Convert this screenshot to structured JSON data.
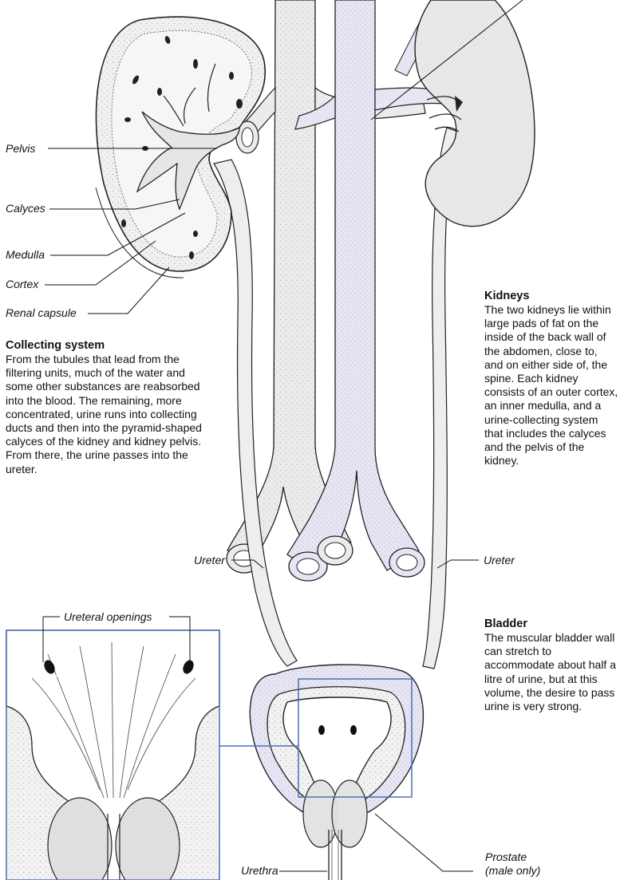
{
  "labels": {
    "pelvis": "Pelvis",
    "calyces": "Calyces",
    "medulla": "Medulla",
    "cortex": "Cortex",
    "renal_capsule": "Renal capsule",
    "ureter_left": "Ureter",
    "ureter_right": "Ureter",
    "ureteral_openings": "Ureteral openings",
    "urethra": "Urethra",
    "prostate_line1": "Prostate",
    "prostate_line2": "(male only)"
  },
  "collecting_system": {
    "title": "Collecting system",
    "body": "From the tubules that lead from the filtering units, much of the water and some other substances are reabsorbed into the blood. The remaining, more concentrated, urine runs into collecting ducts and then into the pyramid-shaped calyces of the kidney and kidney pelvis. From there, the urine passes into the ureter."
  },
  "kidneys": {
    "title": "Kidneys",
    "body": "The two kidneys lie within large pads of fat on the inside of the back wall of the abdomen, close to, and on either side of, the spine. Each kidney consists of an outer cortex, an inner medulla, and a urine-collecting system that includes the calyces and the pelvis of the kidney."
  },
  "bladder": {
    "title": "Bladder",
    "body": "The muscular bladder wall can stretch to accommodate about half a litre of urine, but at this volume, the desire to pass urine is very strong."
  },
  "colors": {
    "tissue": "#eeeeee",
    "vessel": "#e7e4f3",
    "inset_frame": "#4a6fb5",
    "outline": "#222222"
  }
}
